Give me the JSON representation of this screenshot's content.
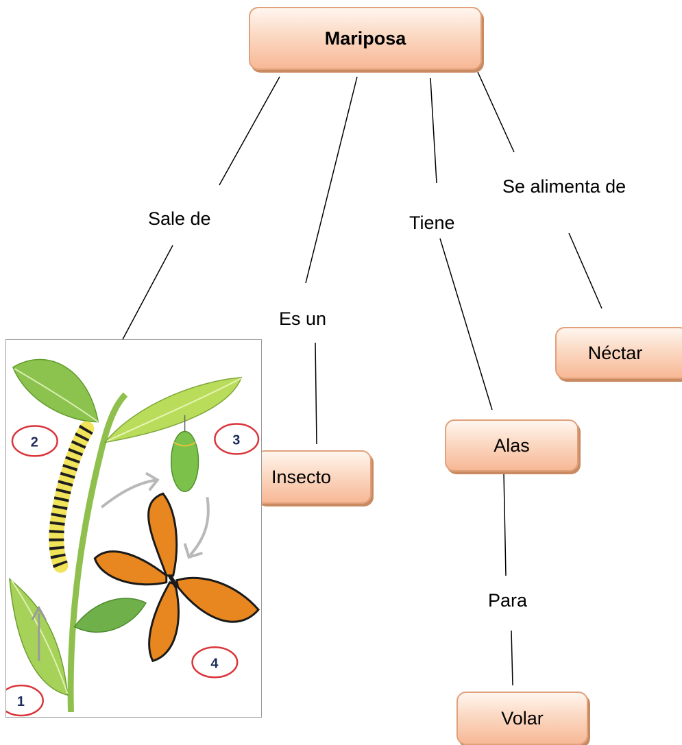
{
  "nodes": {
    "root": "Mariposa",
    "insecto": "Insecto",
    "nectar": "Néctar",
    "alas": "Alas",
    "volar": "Volar"
  },
  "link_labels": {
    "sale_de": "Sale de",
    "es_un": "Es un",
    "tiene": "Tiene",
    "se_alimenta_de": "Se alimenta de",
    "para": "Para"
  },
  "lifecycle_image": {
    "stage_numbers": [
      "1",
      "2",
      "3",
      "4"
    ],
    "colors": {
      "circle": "#d9343a",
      "leaf": "#9ccc5a",
      "butterfly": "#e8861f"
    }
  }
}
